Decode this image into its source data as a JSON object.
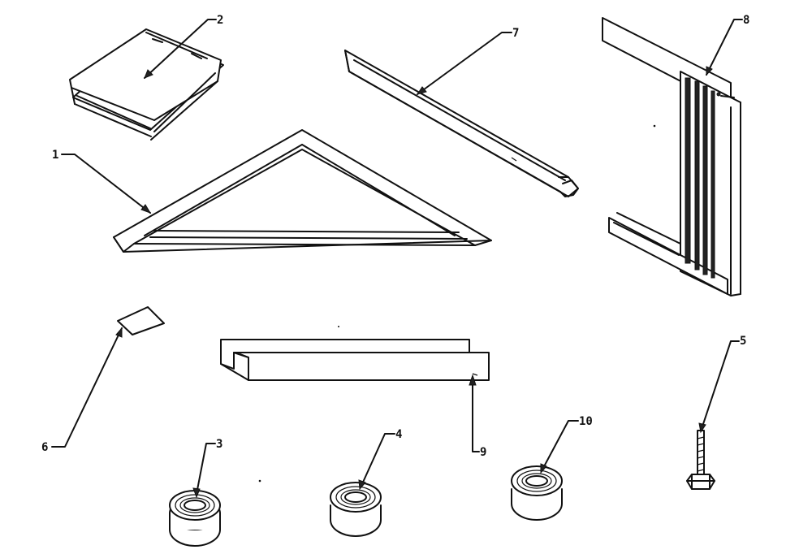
{
  "parts": [
    {
      "id": "part-1",
      "callout": "1"
    },
    {
      "id": "part-2",
      "callout": "2"
    },
    {
      "id": "part-3",
      "callout": "3"
    },
    {
      "id": "part-4",
      "callout": "4"
    },
    {
      "id": "part-5",
      "callout": "5"
    },
    {
      "id": "part-6",
      "callout": "6"
    },
    {
      "id": "part-7",
      "callout": "7"
    },
    {
      "id": "part-8",
      "callout": "8"
    },
    {
      "id": "part-9",
      "callout": "9"
    },
    {
      "id": "part-10",
      "callout": "10"
    }
  ]
}
